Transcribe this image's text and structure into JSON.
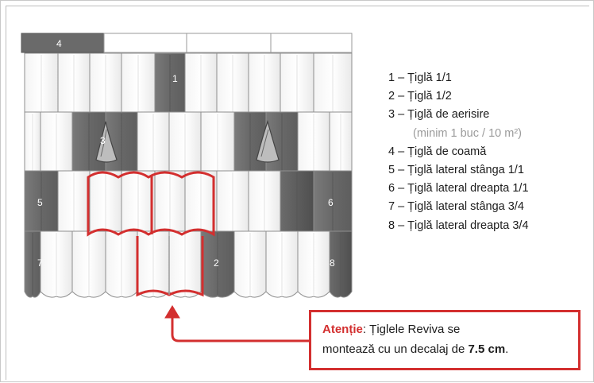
{
  "diagram": {
    "tile_numbers": {
      "t1": "1",
      "t2": "2",
      "t3": "3",
      "t4": "4",
      "t5": "5",
      "t6": "6",
      "t7": "7",
      "t8": "8"
    },
    "colors": {
      "tile_white": "#ffffff",
      "tile_gray": "#6e6e6e",
      "tile_dark": "#5a5a5a",
      "outline": "#9a9a9a",
      "highlight_red": "#d32f2f"
    }
  },
  "legend": {
    "items": [
      "1 – Țiglă 1/1",
      "2 – Țiglă 1/2",
      "3 – Țiglă de aerisire",
      "(minim 1 buc / 10 m²)",
      "4 – Țiglă de coamă",
      "5 – Țiglă lateral stânga 1/1",
      "6 – Țiglă lateral dreapta 1/1",
      "7 – Țiglă lateral stânga 3/4",
      "8 – Țiglă lateral dreapta 3/4"
    ]
  },
  "callout": {
    "label": "Atenție",
    "text_a": ": Țiglele Reviva se",
    "text_b": "montează cu un decalaj de ",
    "value": "7.5 cm",
    "end": "."
  }
}
